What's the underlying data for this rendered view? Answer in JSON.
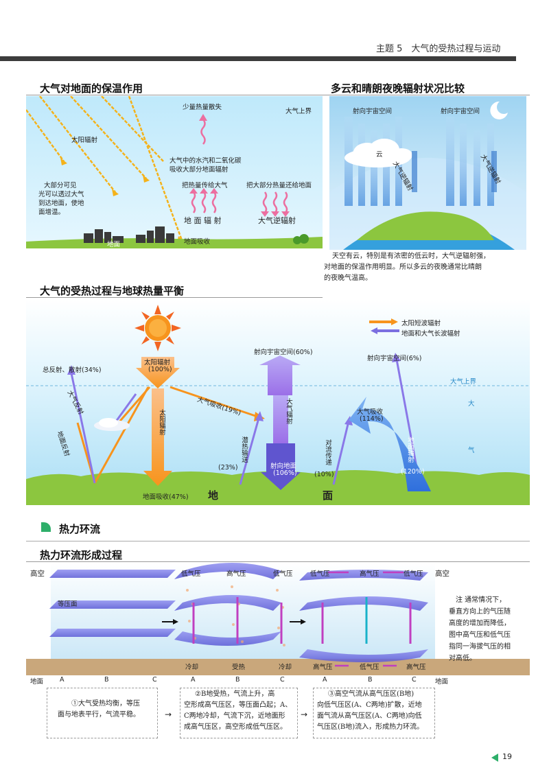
{
  "header": {
    "text": "主题 5　大气的受热过程与运动"
  },
  "s1": {
    "title": "大气对地面的保温作用",
    "solar_label": "太阳辐射",
    "scatter_label": "少量热量散失",
    "atmo_top": "大气上界",
    "co2_note": [
      "大气中的水汽和二氧化碳",
      "吸收大部分地面辐射"
    ],
    "transfer_label": "把热量传给大气",
    "return_label": "把大部分热量还给地面",
    "visible_note": [
      "大部分可见",
      "光可以透过大气",
      "到达地面，使地",
      "面增温。"
    ],
    "ground_rad": "地 面 辐 射",
    "counter_rad": "大气逆辐射",
    "ground": "地面",
    "ground_abs": "地面吸收"
  },
  "s2": {
    "title": "多云和晴朗夜晚辐射状况比较",
    "space_left": "射向宇宙空间",
    "space_right": "射向宇宙空间",
    "cloud": "云",
    "counter_left": "大气逆辐射",
    "counter_right": "大气逆辐射",
    "caption": [
      "天空有云，特别是有浓密的低云时，大气逆辐射强，",
      "对地面的保温作用明显。所以多云的夜晚通常比晴朗",
      "的夜晚气温高。"
    ]
  },
  "s3": {
    "title": "大气的受热过程与地球热量平衡",
    "legend_short": "太阳短波辐射",
    "legend_long": "地面和大气长波辐射",
    "reflect": "总反射、散射(34%)",
    "sun_rad": "太阳辐射",
    "sun_pct": "(100%)",
    "space60": "射向宇宙空间(60%)",
    "space6": "射向宇宙空间(6%)",
    "atmo_top": "大气上界",
    "atmo_char": "大",
    "qi_char": "气",
    "atmo_abs19": "大气吸收(19%)",
    "atmo_abs114": "大气吸收",
    "atmo_abs114_pct": "(114%)",
    "cloud_reflect": "大气反射",
    "ground_reflect": "地面反射",
    "solar_vert": "太阳辐射",
    "atmo_rad_vert": "大气辐射",
    "to_ground": "射向地面",
    "to_ground_pct": "(106%)",
    "latent": "潜热输送",
    "latent_pct": "(23%)",
    "convect": "对流传递",
    "convect_pct": "(10%)",
    "ground_rad": "地面辐射",
    "ground_rad_pct": "(120%)",
    "ground_abs": "地面吸收(47%)",
    "di": "地",
    "mian": "面",
    "colors": {
      "short": "#f7941d",
      "long": "#7b6fe0"
    }
  },
  "s4": {
    "title": "热力环流",
    "subtitle": "热力环流形成过程",
    "high": "高空",
    "high_r": "高空",
    "isobar": "等压面",
    "surface": "地面",
    "surface_r": "地面",
    "upper_labels": [
      "低气压",
      "高气压",
      "低气压",
      "低气压",
      "高气压",
      "低气压"
    ],
    "lower_labels": [
      "冷却",
      "受热",
      "冷却",
      "高气压",
      "低气压",
      "高气压"
    ],
    "abc": [
      "A",
      "B",
      "C",
      "A",
      "B",
      "C",
      "A",
      "B",
      "C"
    ],
    "note": [
      "注 通常情况下，",
      "垂直方向上的气压随",
      "高度的增加而降低，",
      "图中高气压和低气压",
      "指同一海拔气压的相",
      "对高低。"
    ],
    "step1": [
      "①大气受热均衡，等压",
      "面与地表平行，气流平稳。"
    ],
    "step2": [
      "②B地受热，气流上升，高",
      "空形成高气压区，等压面凸起；A、",
      "C两地冷却，气流下沉，近地面形",
      "成高气压区，高空形成低气压区。"
    ],
    "step3": [
      "③高空气流从高气压区(B地)",
      "向低气压区(A、C两地)扩散，近地",
      "面气流从高气压区(A、C两地)向低",
      "气压区(B地)流入，形成热力环流。"
    ]
  },
  "page": {
    "number": "19"
  }
}
